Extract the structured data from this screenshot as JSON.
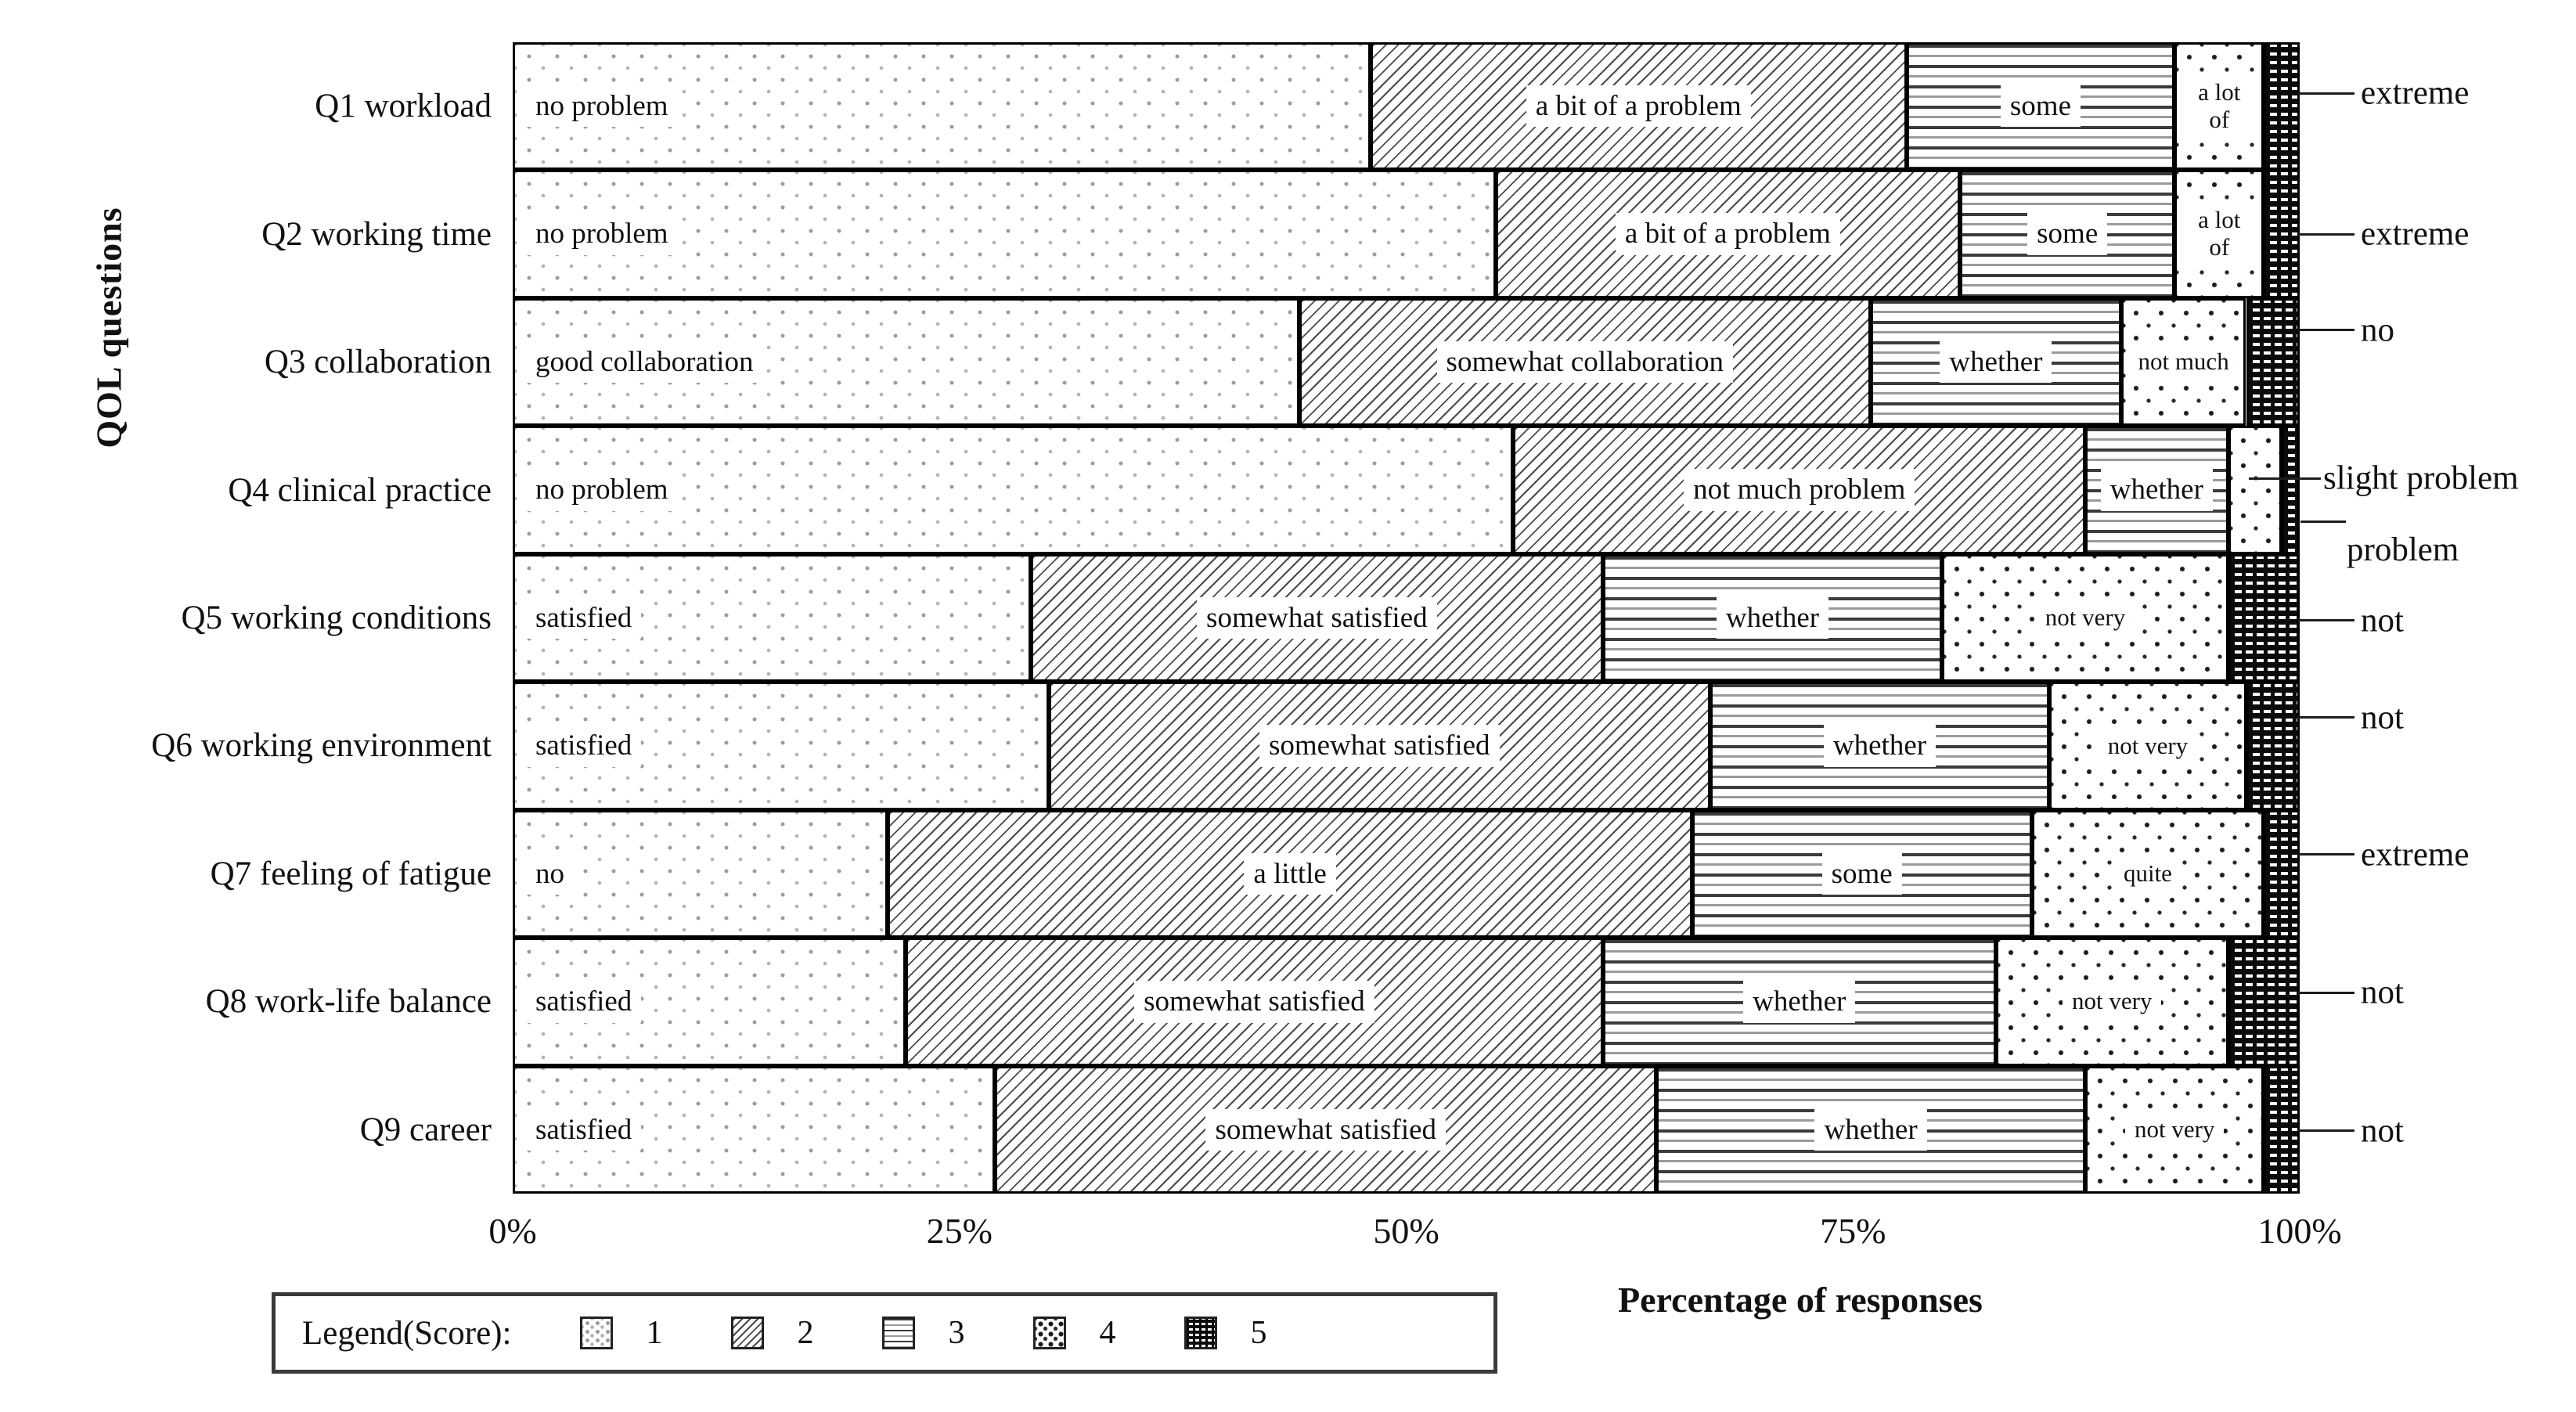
{
  "figure": {
    "y_axis_title": "QOL questions",
    "x_axis_title": "Percentage of responses",
    "legend_title": "Legend(Score):",
    "colors": {
      "ink": "#111111",
      "background": "#ffffff"
    }
  },
  "chart_data": {
    "type": "bar",
    "orientation": "horizontal",
    "stacked": true,
    "grid": false,
    "xlim": [
      0,
      100
    ],
    "x_ticks": [
      {
        "label": "0%",
        "pct": 0
      },
      {
        "label": "25%",
        "pct": 25
      },
      {
        "label": "50%",
        "pct": 50
      },
      {
        "label": "75%",
        "pct": 75
      },
      {
        "label": "100%",
        "pct": 100
      }
    ],
    "score_names": [
      "1",
      "2",
      "3",
      "4",
      "5"
    ],
    "score_patterns": [
      "speckle-light",
      "diagonal-hatch",
      "horizontal-lines",
      "dots",
      "dark-checker"
    ],
    "rows": [
      {
        "category": "Q1 workload",
        "values": [
          48,
          30,
          15,
          5,
          2
        ],
        "labels": [
          "no problem",
          "a bit of a problem",
          "some",
          "a lot of",
          ""
        ],
        "annotations": [
          {
            "text": "extreme",
            "y_frac": 0.4
          }
        ]
      },
      {
        "category": "Q2 working time",
        "values": [
          55,
          26,
          12,
          5,
          2
        ],
        "labels": [
          "no problem",
          "a bit of a problem",
          "some",
          "a lot of",
          ""
        ],
        "annotations": [
          {
            "text": "extreme",
            "y_frac": 0.5
          }
        ]
      },
      {
        "category": "Q3 collaboration",
        "values": [
          44,
          32,
          14,
          7,
          3
        ],
        "labels": [
          "good collaboration",
          "somewhat collaboration",
          "whether",
          "not much",
          ""
        ],
        "annotations": [
          {
            "text": "no",
            "y_frac": 0.25
          }
        ]
      },
      {
        "category": "Q4 clinical practice",
        "values": [
          56,
          32,
          8,
          3,
          1
        ],
        "labels": [
          "no problem",
          "not much problem",
          "whether",
          "",
          ""
        ],
        "annotations": [
          {
            "text": "slight problem",
            "y_frac": 0.41,
            "lx": 2873,
            "lw": 92,
            "tx": 2968
          },
          {
            "text": "problem",
            "y_frac": 0.745,
            "lx": 2939,
            "lw": 58,
            "tx": 2998,
            "below": true
          }
        ]
      },
      {
        "category": "Q5 working conditions",
        "values": [
          29,
          32,
          19,
          16,
          4
        ],
        "labels": [
          "satisfied",
          "somewhat satisfied",
          "whether",
          "not very",
          ""
        ],
        "annotations": [
          {
            "text": "not",
            "y_frac": 0.52
          }
        ]
      },
      {
        "category": "Q6 working environment",
        "values": [
          30,
          37,
          19,
          11,
          3
        ],
        "labels": [
          "satisfied",
          "somewhat satisfied",
          "whether",
          "not very",
          ""
        ],
        "annotations": [
          {
            "text": "not",
            "y_frac": 0.28
          }
        ]
      },
      {
        "category": "Q7 feeling of fatigue",
        "values": [
          21,
          45,
          19,
          13,
          2
        ],
        "labels": [
          "no",
          "a little",
          "some",
          "quite",
          ""
        ],
        "annotations": [
          {
            "text": "extreme",
            "y_frac": 0.35
          }
        ]
      },
      {
        "category": "Q8 work-life balance",
        "values": [
          22,
          39,
          22,
          13,
          4
        ],
        "labels": [
          "satisfied",
          "somewhat satisfied",
          "whether",
          "not very",
          ""
        ],
        "annotations": [
          {
            "text": "not",
            "y_frac": 0.43
          }
        ]
      },
      {
        "category": "Q9 career",
        "values": [
          27,
          37,
          24,
          10,
          2
        ],
        "labels": [
          "satisfied",
          "somewhat satisfied",
          "whether",
          "not very",
          ""
        ],
        "annotations": [
          {
            "text": "not",
            "y_frac": 0.51
          }
        ]
      }
    ]
  }
}
